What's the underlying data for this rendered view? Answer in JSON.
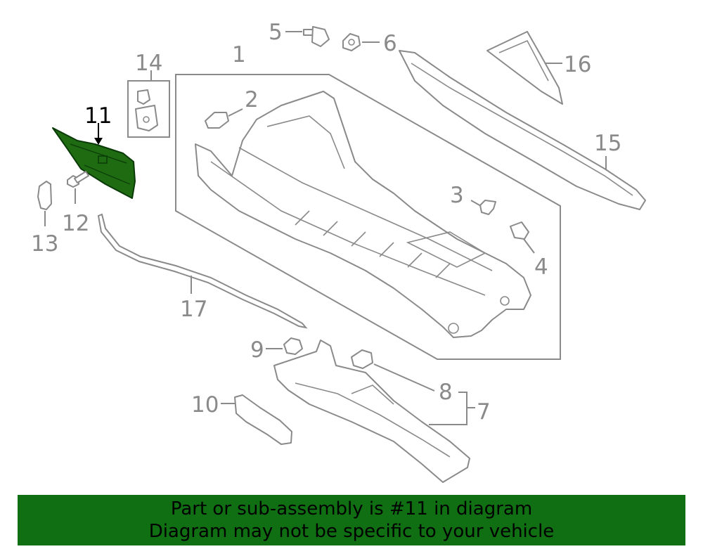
{
  "callouts": {
    "c1": "1",
    "c2": "2",
    "c3": "3",
    "c4": "4",
    "c5": "5",
    "c6": "6",
    "c7": "7",
    "c8": "8",
    "c9": "9",
    "c10": "10",
    "c11": "11",
    "c12": "12",
    "c13": "13",
    "c14": "14",
    "c15": "15",
    "c16": "16",
    "c17": "17"
  },
  "highlight": {
    "callout": "11",
    "color": "#1f6b12"
  },
  "colors": {
    "lines": "#8a8a8a",
    "banner": "#0f6f12"
  },
  "footer": {
    "line1": "Part or sub-assembly is #11 in diagram",
    "line2": "Diagram may not be specific to your vehicle"
  }
}
